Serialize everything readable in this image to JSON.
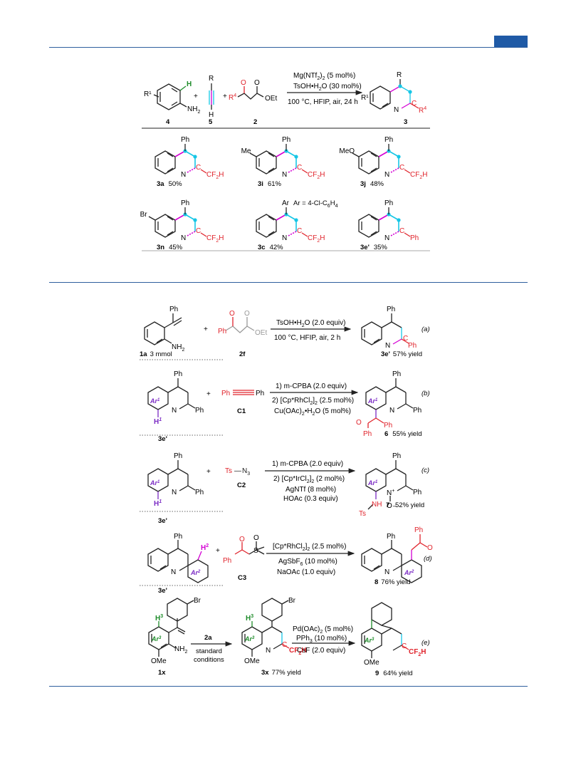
{
  "colors": {
    "rule": "#2f5f9e",
    "accent_block": "#1f5aa6",
    "magenta": "#d400d4",
    "cyan": "#16c6e6",
    "red": "#e0242c",
    "green": "#1e8c2a",
    "purple": "#7b2bc4",
    "bond": "#222222"
  },
  "top": {
    "r1_left": "R¹",
    "h_green": "H",
    "nh2": "NH",
    "nh2_sub": "2",
    "plus1": "+",
    "plus2": "+",
    "alkyne_r": "R",
    "alkyne_h": "H",
    "ketoester_r4": "R",
    "ketoester_r4_sup": "4",
    "oet": "OEt",
    "o1": "O",
    "o2": "O",
    "cond1": "Mg(NTf",
    "cond1b": ")",
    "cond1c": " (5 mol%)",
    "cond2": "TsOH•H",
    "cond2b": "O (30 mol%)",
    "cond3": "100 °C, HFIP, air, 24 h",
    "prod_r": "R",
    "prod_r1": "R¹",
    "prod_n": "N",
    "prod_c": "C",
    "prod_r4": "R",
    "prod_r4_sup": "4",
    "num4": "4",
    "num5": "5",
    "num2": "2",
    "num3": "3"
  },
  "scope": [
    {
      "id": "3a",
      "yield": "50%",
      "sub": "",
      "ph": "Ph",
      "r": "CF",
      "r_sub": "2",
      "r_end": "H"
    },
    {
      "id": "3i",
      "yield": "61%",
      "sub": "Me",
      "ph": "Ph",
      "r": "CF",
      "r_sub": "2",
      "r_end": "H"
    },
    {
      "id": "3j",
      "yield": "48%",
      "sub": "MeO",
      "ph": "Ph",
      "r": "CF",
      "r_sub": "2",
      "r_end": "H"
    },
    {
      "id": "3n",
      "yield": "45%",
      "sub": "Br",
      "ph": "Ph",
      "r": "CF",
      "r_sub": "2",
      "r_end": "H"
    },
    {
      "id": "3c",
      "yield": "42%",
      "sub": "",
      "ph": "Ar",
      "note": "Ar = 4-Cl-C",
      "note_sub": "6",
      "note_end": "H",
      "note_sub2": "4",
      "r": "CF",
      "r_sub": "2",
      "r_end": "H"
    },
    {
      "id": "3e'",
      "yield": "35%",
      "sub": "",
      "ph": "Ph",
      "r": "Ph",
      "r_sub": "",
      "r_end": ""
    }
  ],
  "schemes": {
    "a": {
      "tag": "(a)",
      "sm_label": "1a",
      "sm_amount": "3 mmol",
      "reag_label": "2f",
      "ph_top": "Ph",
      "ph_ketone": "Ph",
      "oet": "OEt",
      "nh2": "NH",
      "cond1": "TsOH•H",
      "cond1b": "O (2.0 equiv)",
      "cond2": "100 °C, HFIP, air, 2 h",
      "prod_label": "3e'",
      "prod_yield": "57% yield",
      "prod_ph": "Ph",
      "prod_ph2": "Ph",
      "n": "N",
      "c": "C"
    },
    "b": {
      "tag": "(b)",
      "sm_label": "3e'",
      "ar": "Ar",
      "ar_sup": "1",
      "h": "H",
      "h_sup": "1",
      "ph": "Ph",
      "ph2": "Ph",
      "n": "N",
      "reag": "C1",
      "reag_ph1": "Ph",
      "reag_ph2": "Ph",
      "cond1": "1) m-CPBA (2.0 equiv)",
      "cond2": "2) [Cp*RhCl",
      "cond2b": "]",
      "cond2c": " (2.5 mol%)",
      "cond3": "Cu(OAc)",
      "cond3b": "•H",
      "cond3c": "O (5 mol%)",
      "prod_label": "6",
      "prod_yield": "55% yield",
      "o": "O",
      "ph3": "Ph",
      "ph4": "Ph"
    },
    "c": {
      "tag": "(c)",
      "sm_label": "3e'",
      "reag": "C2",
      "ts": "Ts",
      "n3": "N",
      "cond1": "1) m-CPBA (2.0 equiv)",
      "cond2": "2) [Cp*IrCl",
      "cond2b": "]",
      "cond2c": " (2 mol%)",
      "cond3": "AgNTf (8 mol%)",
      "cond4": "HOAc (0.3 equiv)",
      "prod_label": "7",
      "prod_yield": "52% yield",
      "nh": "NH",
      "o": "O"
    },
    "d": {
      "tag": "(d)",
      "sm_label": "3e'",
      "h2": "H",
      "h2_sup": "2",
      "ar2": "Ar",
      "ar2_sup": "2",
      "reag": "C3",
      "reag_ph": "Ph",
      "s": "S",
      "cond1": "[Cp*RhCl",
      "cond1b": "]",
      "cond1c": " (2.5 mol%)",
      "cond2": "AgSbF",
      "cond2b": " (10 mol%)",
      "cond3": "NaOAc (1.0 equiv)",
      "prod_label": "8",
      "prod_yield": "76% yield"
    },
    "e": {
      "tag": "(e)",
      "sm_label": "1x",
      "h3": "H",
      "h3_sup": "3",
      "ar3": "Ar",
      "ar3_sup": "3",
      "br": "Br",
      "ome": "OMe",
      "nh2": "NH",
      "arrow_top": "2a",
      "arrow_bot1": "standard",
      "arrow_bot2": "conditions",
      "mid_label": "3x",
      "mid_yield": "77% yield",
      "cf2h": "CF",
      "cf2h_sub": "2",
      "cf2h_end": "H",
      "cond1": "Pd(OAc)",
      "cond1b": " (5 mol%)",
      "cond2": "PPh",
      "cond2b": " (10 mol%)",
      "cond3": "CsF (2.0 equiv)",
      "prod_label": "9",
      "prod_yield": "64% yield"
    }
  }
}
